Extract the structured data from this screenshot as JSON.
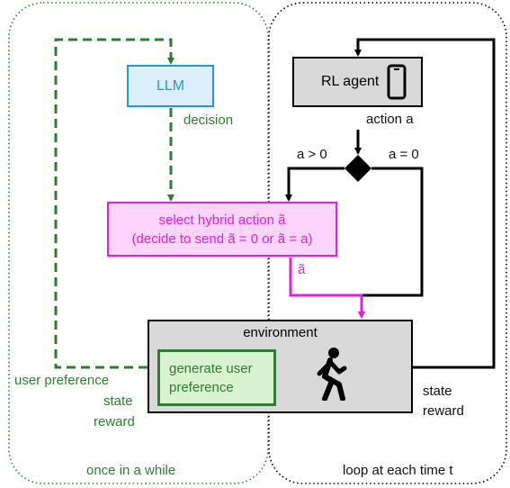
{
  "nodes": {
    "llm": "LLM",
    "rl_agent": "RL agent",
    "select_line1": "select hybrid action ã",
    "select_line2": "(decide to send  ã = 0  or  ã = a)",
    "environment": "environment",
    "generate_line1": "generate user",
    "generate_line2": "preference"
  },
  "labels": {
    "decision": "decision",
    "action_a": "action a",
    "a_gt_0": "a > 0",
    "a_eq_0": "a = 0",
    "a_tilde": "ã",
    "user_preference": "user preference",
    "state_left": "state",
    "reward_left": "reward",
    "state_right": "state",
    "reward_right": "reward"
  },
  "regions": {
    "left": "once in a while",
    "right": "loop at each time t"
  },
  "colors": {
    "green": "#2e7d32",
    "magenta": "#e020e0",
    "llm_border": "#1f9ad6",
    "llm_fill": "#dbeefa",
    "select_fill": "#fcd4fc",
    "gray_fill": "#d9d9d9",
    "gen_fill": "#d9f2d0"
  },
  "icons": {
    "phone": "phone-icon",
    "walker": "walking-person-icon"
  }
}
